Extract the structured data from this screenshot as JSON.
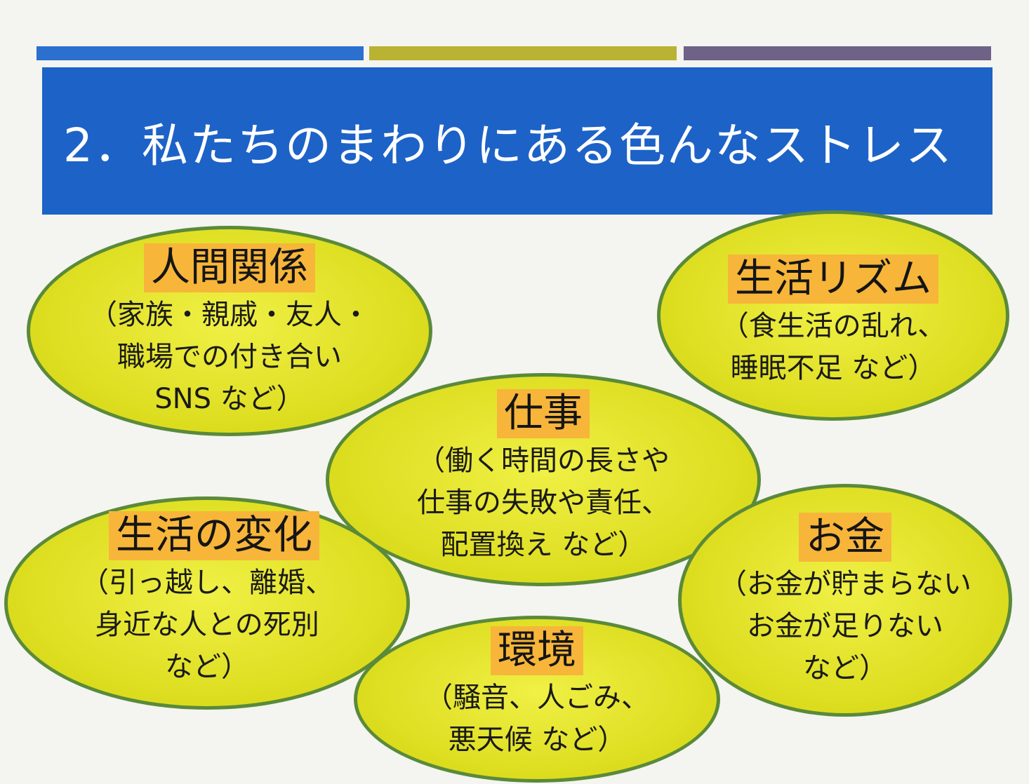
{
  "title": "2．私たちのまわりにある色んなストレス",
  "bubbles": [
    {
      "heading": "人間関係",
      "lines": [
        "（家族・親戚・友人・",
        "職場での付き合い",
        "SNS など）"
      ]
    },
    {
      "heading": "生活リズム",
      "lines": [
        "（食生活の乱れ、",
        "睡眠不足 など）"
      ]
    },
    {
      "heading": "仕事",
      "lines": [
        "（働く時間の長さや",
        "仕事の失敗や責任、",
        "配置換え など）"
      ]
    },
    {
      "heading": "生活の変化",
      "lines": [
        "（引っ越し、離婚、",
        "身近な人との死別",
        "など）"
      ]
    },
    {
      "heading": "お金",
      "lines": [
        "（お金が貯まらない",
        "お金が足りない",
        "など）"
      ]
    },
    {
      "heading": "環境",
      "lines": [
        "（騒音、人ごみ、",
        "悪天候 など）"
      ]
    }
  ],
  "colors": {
    "title_band": "#1d62c7",
    "bubble_fill": "#dcdc1e",
    "bubble_border": "#5a8a3a",
    "heading_highlight": "#f7b53a"
  }
}
